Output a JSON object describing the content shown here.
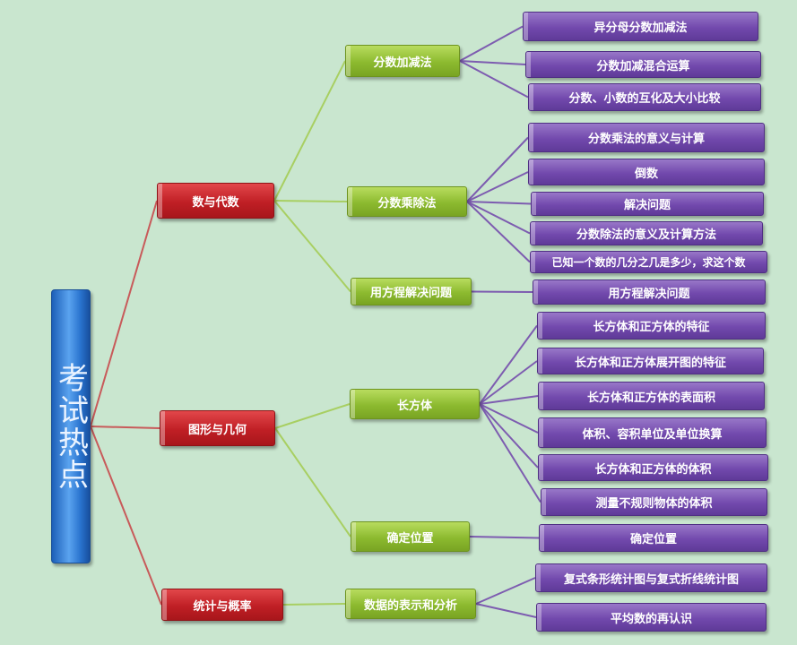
{
  "root": {
    "label": "考试热点"
  },
  "categories": [
    {
      "label": "数与代数",
      "subs": [
        {
          "label": "分数加减法",
          "leaves": [
            "异分母分数加减法",
            "分数加减混合运算",
            "分数、小数的互化及大小比较"
          ]
        },
        {
          "label": "分数乘除法",
          "leaves": [
            "分数乘法的意义与计算",
            "倒数",
            "解决问题",
            "分数除法的意义及计算方法",
            "已知一个数的几分之几是多少，求这个数"
          ]
        },
        {
          "label": "用方程解决问题",
          "leaves": [
            "用方程解决问题"
          ]
        }
      ]
    },
    {
      "label": "图形与几何",
      "subs": [
        {
          "label": "长方体",
          "leaves": [
            "长方体和正方体的特征",
            "长方体和正方体展开图的特征",
            "长方体和正方体的表面积",
            "体积、容积单位及单位换算",
            "长方体和正方体的体积",
            "测量不规则物体的体积"
          ]
        },
        {
          "label": "确定位置",
          "leaves": [
            "确定位置"
          ]
        }
      ]
    },
    {
      "label": "统计与概率",
      "subs": [
        {
          "label": "数据的表示和分析",
          "leaves": [
            "复式条形统计图与复式折线统计图",
            "平均数的再认识"
          ]
        }
      ]
    }
  ],
  "colors": {
    "background": "#c9e6cf",
    "root": "#3d85de",
    "category": "#c8262c",
    "sub": "#94c23a",
    "leaf": "#7a52b6",
    "root_connector": "#c85a5a",
    "category_connector": "#a8cf62",
    "sub_connector": "#7d5cb0"
  }
}
